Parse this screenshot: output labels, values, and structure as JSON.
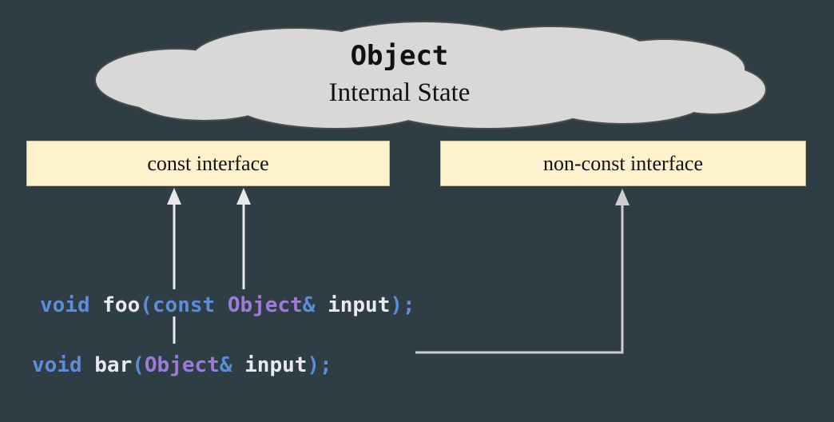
{
  "canvas": {
    "background": "#2f3d45"
  },
  "cloud": {
    "line1": "Object",
    "line2": "Internal State",
    "fill": "#d8d8d8",
    "stroke": "#4c4c4c"
  },
  "boxes": {
    "const_label": "const interface",
    "nonconst_label": "non-const interface",
    "fill": "#fdf2cb"
  },
  "arrows": {
    "color_primary": "#e9e9e9",
    "color_secondary": "#cfcfcf"
  },
  "code": {
    "palette": {
      "keyword": "#5b8dd9",
      "type": "#9d7bd8",
      "plain": "#e8eaed"
    },
    "lines": [
      {
        "id": "foo-declaration",
        "tokens": [
          {
            "text": "void",
            "color": "keyword"
          },
          {
            "text": " ",
            "color": "plain"
          },
          {
            "text": "foo",
            "color": "plain"
          },
          {
            "text": "(",
            "color": "keyword"
          },
          {
            "text": "const",
            "color": "keyword"
          },
          {
            "text": " ",
            "color": "plain"
          },
          {
            "text": "Object",
            "color": "type"
          },
          {
            "text": "&",
            "color": "keyword"
          },
          {
            "text": " ",
            "color": "plain"
          },
          {
            "text": "input",
            "color": "plain"
          },
          {
            "text": ");",
            "color": "keyword"
          }
        ]
      },
      {
        "id": "bar-declaration",
        "tokens": [
          {
            "text": "void",
            "color": "keyword"
          },
          {
            "text": " ",
            "color": "plain"
          },
          {
            "text": "bar",
            "color": "plain"
          },
          {
            "text": "(",
            "color": "keyword"
          },
          {
            "text": "Object",
            "color": "type"
          },
          {
            "text": "&",
            "color": "keyword"
          },
          {
            "text": " ",
            "color": "plain"
          },
          {
            "text": "input",
            "color": "plain"
          },
          {
            "text": ");",
            "color": "keyword"
          }
        ]
      }
    ]
  }
}
